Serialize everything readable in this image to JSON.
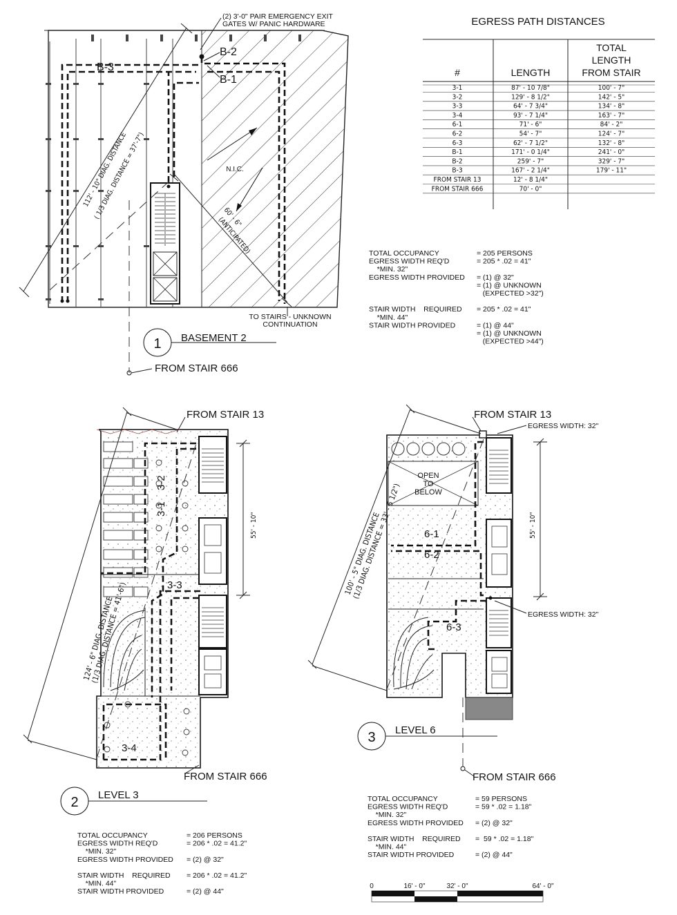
{
  "table": {
    "title": "EGRESS PATH DISTANCES",
    "headers": [
      "#",
      "LENGTH",
      "TOTAL",
      "LENGTH",
      "FROM STAIR"
    ],
    "rows": [
      {
        "id": "3-1",
        "length": "87' - 10 7/8\"",
        "total": "100' - 7\""
      },
      {
        "id": "3-2",
        "length": "129' - 8 1/2\"",
        "total": "142' - 5\""
      },
      {
        "id": "3-3",
        "length": "64' - 7 3/4\"",
        "total": "134' - 8\""
      },
      {
        "id": "3-4",
        "length": "93' - 7 1/4\"",
        "total": "163' - 7\""
      },
      {
        "id": "6-1",
        "length": "71' - 6\"",
        "total": "84' - 2\""
      },
      {
        "id": "6-2",
        "length": "54' - 7\"",
        "total": "124' - 7\""
      },
      {
        "id": "6-3",
        "length": "62' - 7 1/2\"",
        "total": "132' - 8\""
      },
      {
        "id": "B-1",
        "length": "171' - 0 1/4\"",
        "total": "241' - 0\""
      },
      {
        "id": "B-2",
        "length": "259' - 7\"",
        "total": "329' - 7\""
      },
      {
        "id": "B-3",
        "length": "167' - 2 1/4\"",
        "total": "179' - 11\""
      },
      {
        "id": "FROM STAIR 13",
        "length": "12' - 8 1/4\"",
        "total": ""
      },
      {
        "id": "FROM STAIR 666",
        "length": "70' - 0\"",
        "total": ""
      }
    ]
  },
  "basement": {
    "gate_note_1": "(2) 3'-0\" PAIR EMERGENCY EXIT",
    "gate_note_2": "GATES W/ PANIC HARDWARE",
    "b1": "B-1",
    "b2": "B-2",
    "b3": "B-3",
    "nic": "N.I.C.",
    "diag_1": "112' - 10\" DIAG. DISTANCE",
    "diag_2": "( 1/3 DIAG. DISTANCE = 37'-7\")",
    "anticipated_1": "60' - 6\"",
    "anticipated_2": "(ANTICIPATED)",
    "stairs_note_1": "TO STAIRS - UNKNOWN",
    "stairs_note_2": "CONTINUATION",
    "number": "1",
    "name": "BASEMENT 2",
    "from_stair": "FROM STAIR 666"
  },
  "basement_notes": [
    {
      "label": "TOTAL OCCUPANCY",
      "value": "= 205 PERSONS"
    },
    {
      "label": "EGRESS WIDTH REQ'D",
      "value": "= 205 * .02 = 41\""
    },
    {
      "label": "    *MIN. 32\"",
      "value": ""
    },
    {
      "label": "EGRESS WIDTH PROVIDED",
      "value": "= (1) @ 32\""
    },
    {
      "label": "",
      "value": "= (1) @ UNKNOWN"
    },
    {
      "label": "",
      "value": "   (EXPECTED >32\")"
    },
    {
      "label": "",
      "value": ""
    },
    {
      "label": "STAIR WIDTH    REQUIRED",
      "value": "= 205 * .02 = 41\""
    },
    {
      "label": "    *MIN. 44\"",
      "value": ""
    },
    {
      "label": "STAIR WIDTH PROVIDED",
      "value": "= (1) @ 44\""
    },
    {
      "label": "",
      "value": "= (1) @ UNKNOWN"
    },
    {
      "label": "",
      "value": "   (EXPECTED >44\")"
    }
  ],
  "level3": {
    "from_stair_top": "FROM STAIR 13",
    "from_stair_bottom": "FROM STAIR 666",
    "dim": "55' - 10\"",
    "diag_1": "124' - 6\" DIAG. DISTANCE",
    "diag_2": "(1/3 DIAG. DISTANCE = 41'-6\")",
    "p31": "3-1",
    "p32": "3-2",
    "p33": "3-3",
    "p34": "3-4",
    "number": "2",
    "name": "LEVEL 3"
  },
  "level3_notes": [
    {
      "label": "TOTAL OCCUPANCY",
      "value": "= 206 PERSONS"
    },
    {
      "label": "EGRESS WIDTH REQ'D",
      "value": "= 206 * .02 = 41.2\""
    },
    {
      "label": "    *MIN. 32\"",
      "value": ""
    },
    {
      "label": "EGRESS WIDTH PROVIDED",
      "value": "= (2) @ 32\""
    },
    {
      "label": "",
      "value": ""
    },
    {
      "label": "STAIR WIDTH    REQUIRED",
      "value": "= 206 * .02 = 41.2\""
    },
    {
      "label": "    *MIN. 44\"",
      "value": ""
    },
    {
      "label": "STAIR WIDTH PROVIDED",
      "value": "= (2) @ 44\""
    }
  ],
  "level6": {
    "from_stair_top": "FROM STAIR 13",
    "from_stair_bottom": "FROM STAIR 666",
    "egress_top": "EGRESS WIDTH: 32\"",
    "egress_mid": "EGRESS WIDTH: 32\"",
    "open_1": "OPEN",
    "open_2": "TO",
    "open_3": "BELOW",
    "dim": "55' - 10\"",
    "diag_1": "100' - 5\" DIAG. DISTANCE",
    "diag_2": "(1/3 DIAG. DISTANCE = 33' - 5 1/2\")",
    "p61": "6-1",
    "p62": "6-2",
    "p63": "6-3",
    "number": "3",
    "name": "LEVEL 6"
  },
  "level6_notes": [
    {
      "label": "TOTAL OCCUPANCY",
      "value": "= 59 PERSONS"
    },
    {
      "label": "EGRESS WIDTH REQ'D",
      "value": "= 59 * .02 = 1.18\""
    },
    {
      "label": "    *MIN. 32\"",
      "value": ""
    },
    {
      "label": "EGRESS WIDTH PROVIDED",
      "value": "= (2) @ 32\""
    },
    {
      "label": "",
      "value": ""
    },
    {
      "label": "STAIR WIDTH    REQUIRED",
      "value": "=  59 * .02 = 1.18\""
    },
    {
      "label": "    *MIN. 44\"",
      "value": ""
    },
    {
      "label": "STAIR WIDTH PROVIDED",
      "value": "= (2) @ 44\""
    }
  ],
  "scale": {
    "l0": "0",
    "l1": "16' - 0\"",
    "l2": "32' - 0\"",
    "l3": "64' - 0\""
  }
}
